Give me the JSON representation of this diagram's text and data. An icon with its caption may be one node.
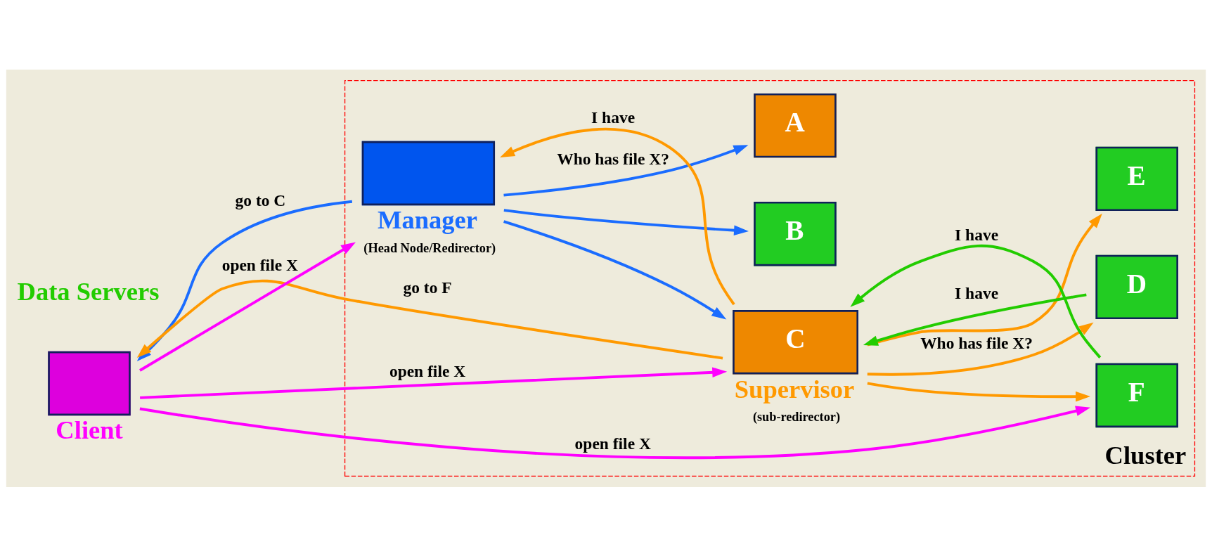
{
  "diagram": {
    "nodes": [
      {
        "text": [
          "Cluster"
        ]
      },
      {
        "text": [],
        "shape": "box",
        "beside": [
          "Client"
        ]
      },
      {
        "text": [],
        "shape": "box",
        "in": 0,
        "beside": [
          "Manager",
          "(Head Node/Redirector)"
        ]
      },
      {
        "text": [
          "A"
        ],
        "in": 0
      },
      {
        "text": [
          "B"
        ],
        "in": 0
      },
      {
        "text": [
          "C"
        ],
        "in": 0,
        "beside": [
          "Supervisor",
          "(sub-redirector)"
        ]
      },
      {
        "text": [
          "D"
        ],
        "in": 0
      },
      {
        "text": [
          "E"
        ],
        "in": 0
      },
      {
        "text": [
          "F"
        ],
        "in": 0
      }
    ],
    "edges": [
      {
        "from": 1,
        "to": 2,
        "arrow": "to",
        "label": "open file X",
        "color": "#ff00ff"
      },
      {
        "from": 2,
        "to": 1,
        "arrow": "to",
        "label": "go to C",
        "color": "#1a6cff"
      },
      {
        "from": 2,
        "to": 3,
        "arrow": "to",
        "label": "Who has file X?",
        "color": "#1a6cff"
      },
      {
        "from": 2,
        "to": 4,
        "arrow": "to",
        "color": "#1a6cff"
      },
      {
        "from": 2,
        "to": 5,
        "arrow": "to",
        "color": "#1a6cff"
      },
      {
        "from": 5,
        "to": 2,
        "arrow": "to",
        "label": "I have"
      },
      {
        "from": 1,
        "to": 5,
        "arrow": "to",
        "label": "open file X",
        "color": "#ff00ff"
      },
      {
        "from": 5,
        "to": 1,
        "arrow": "to",
        "label": "go to F"
      },
      {
        "from": 5,
        "to": 6,
        "arrow": "to",
        "label": "Who has file X?"
      },
      {
        "from": 6,
        "to": 5,
        "arrow": "to",
        "label": "I have",
        "color": "#22cc00"
      },
      {
        "from": 5,
        "to": 7,
        "arrow": "to"
      },
      {
        "from": 8,
        "to": 5,
        "arrow": "to",
        "label": "I have",
        "color": "#22cc00"
      },
      {
        "from": 5,
        "to": 8,
        "arrow": "to"
      },
      {
        "from": 1,
        "to": 8,
        "arrow": "to",
        "label": "open file X",
        "color": "#ff00ff"
      }
    ],
    "labels": [
      "Data Servers"
    ]
  }
}
